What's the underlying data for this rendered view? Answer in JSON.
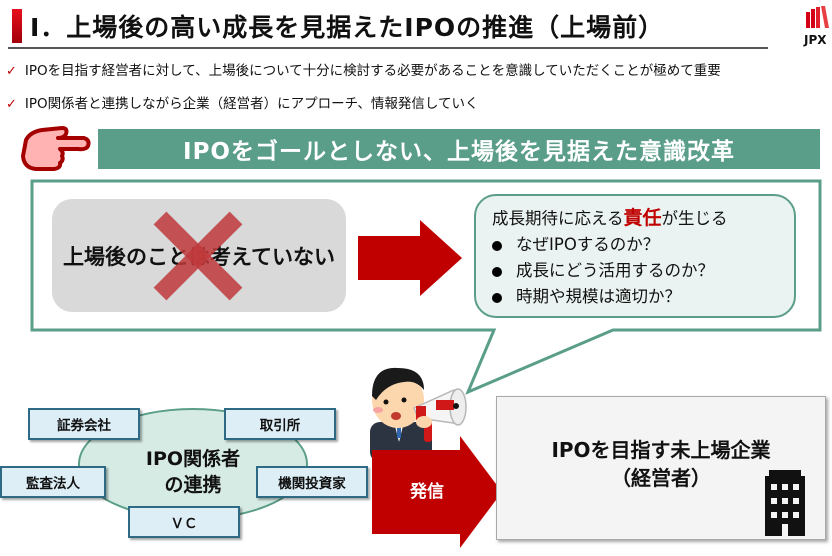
{
  "header": {
    "title": "Ⅰ．上場後の高い成長を見据えたIPOの推進（上場前）",
    "logo_text": "JPX"
  },
  "bullets": [
    "IPOを目指す経営者に対して、上場後について十分に検討する必要があることを意識していただくことが極めて重要",
    "IPO関係者と連携しながら企業（経営者）にアプローチ、情報発信していく"
  ],
  "banner": {
    "icon": "pointing-hand-icon",
    "text": "IPOをゴールとしない、上場後を見据えた意識改革"
  },
  "before": {
    "text": "上場後のことは考えていない",
    "mark": "x-mark-icon"
  },
  "after": {
    "lead_pre": "成長期待に応える",
    "lead_emph": "責任",
    "lead_post": "が生じる",
    "items": [
      "なぜIPOするのか？",
      "成長にどう活用するのか？",
      "時期や規模は適切か？"
    ]
  },
  "network": {
    "hub_line1": "IPO関係者",
    "hub_line2": "の連携",
    "nodes": [
      "証券会社",
      "取引所",
      "監査法人",
      "機関投資家",
      "ＶＣ"
    ]
  },
  "send_label": "発信",
  "target": {
    "line1": "IPOを目指す未上場企業",
    "line2": "（経営者）",
    "icon": "building-icon"
  },
  "colors": {
    "accent_red": "#c00000",
    "green": "#5a9e8a",
    "node_border": "#2f6a84"
  }
}
